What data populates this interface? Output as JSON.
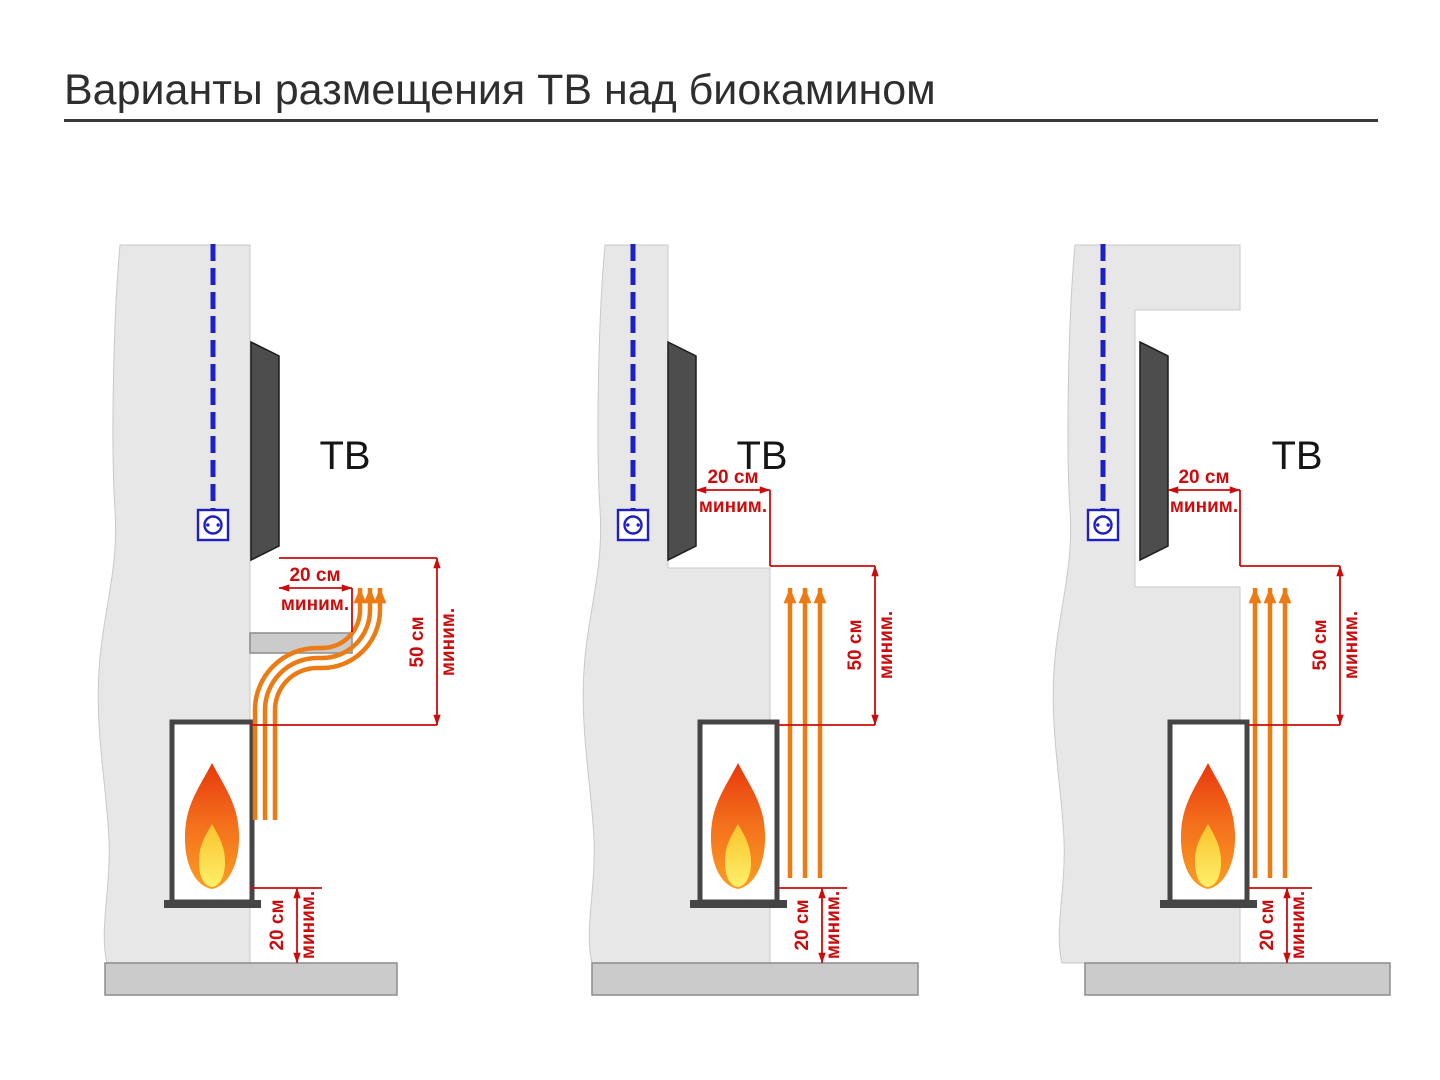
{
  "title": "Варианты размещения ТВ над биокамином",
  "colors": {
    "background": "#ffffff",
    "wall_gray": "#e7e7e7",
    "floor_gray": "#cbcbcb",
    "tv_dark": "#4d4d4d",
    "cable_blue": "#1f1fc4",
    "dimension_red": "#cc0c0c",
    "heat_orange": "#ec7b14",
    "flame_outer_orange": "#f4711c",
    "flame_inner_yellow": "#fdf06a",
    "title_dark": "#2e2e2e"
  },
  "variants": [
    {
      "tv_label": "ТВ",
      "top_clearance_value": "20 см",
      "top_clearance_qualifier": "миним.",
      "vertical_clearance_value": "50 см",
      "vertical_clearance_qualifier": "миним.",
      "bottom_clearance_value": "20 см",
      "bottom_clearance_qualifier": "миним."
    },
    {
      "tv_label": "ТВ",
      "top_clearance_value": "20 см",
      "top_clearance_qualifier": "миним.",
      "vertical_clearance_value": "50 см",
      "vertical_clearance_qualifier": "миним.",
      "bottom_clearance_value": "20 см",
      "bottom_clearance_qualifier": "миним."
    },
    {
      "tv_label": "ТВ",
      "top_clearance_value": "20 см",
      "top_clearance_qualifier": "миним.",
      "vertical_clearance_value": "50 см",
      "vertical_clearance_qualifier": "миним.",
      "bottom_clearance_value": "20 см",
      "bottom_clearance_qualifier": "миним."
    }
  ]
}
